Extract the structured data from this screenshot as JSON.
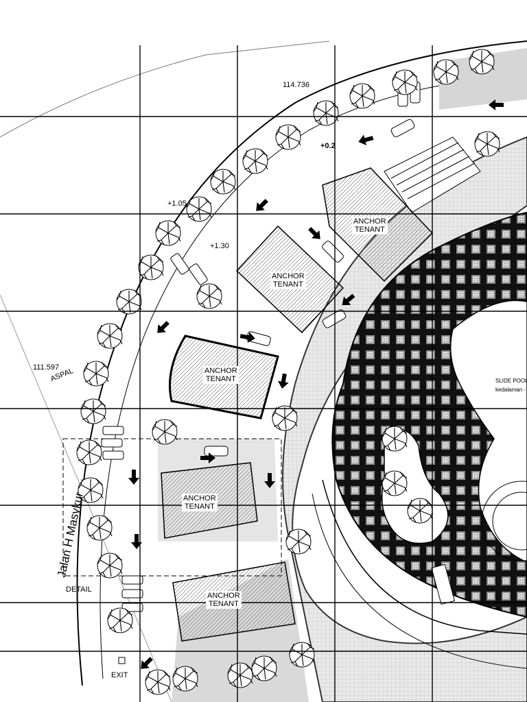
{
  "plan": {
    "tenants": [
      "ANCHOR\nTENANT",
      "ANCHOR\nTENANT",
      "ANCHOR\nTENANT",
      "ANCHOR\nTENANT",
      "ANCHOR\nTENANT"
    ],
    "levels": {
      "top": "114.736",
      "left": "111.597",
      "plus02": "+0.2",
      "plus105": "+1.05",
      "plus130": "+1.30"
    },
    "road_surface": "ASPAL",
    "street_name": "Jalan H Masykur",
    "detail_label": "DETAIL",
    "exit_label": "EXIT",
    "pool_label": "SLIDE POOL",
    "pool_sublabel": "kedalaman -"
  }
}
